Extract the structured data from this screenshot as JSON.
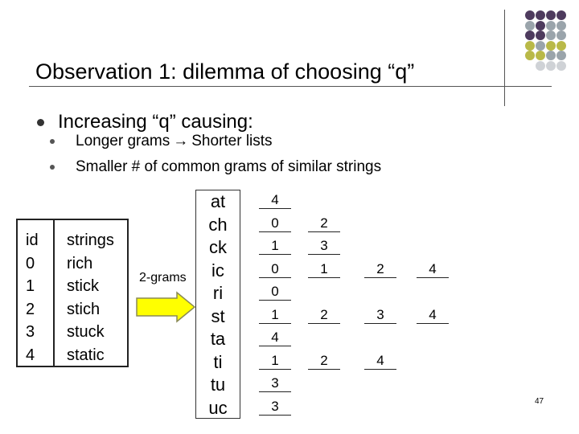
{
  "slide": {
    "title": "Observation 1: dilemma of choosing “q”",
    "bullet_main": "Increasing “q” causing:",
    "sub_bullets": [
      {
        "left": "Longer grams",
        "arrow": "→",
        "right": "Shorter lists"
      },
      {
        "text": "Smaller # of common grams of similar strings"
      }
    ],
    "page_number": "47"
  },
  "table": {
    "headers": [
      "id",
      "strings"
    ],
    "rows": [
      [
        "0",
        "rich"
      ],
      [
        "1",
        "stick"
      ],
      [
        "2",
        "stich"
      ],
      [
        "3",
        "stuck"
      ],
      [
        "4",
        "static"
      ]
    ]
  },
  "grams_label": "2-grams",
  "grams": [
    "at",
    "ch",
    "ck",
    "ic",
    "ri",
    "st",
    "ta",
    "ti",
    "tu",
    "uc"
  ],
  "lists": [
    [
      "4"
    ],
    [
      "0",
      "2"
    ],
    [
      "1",
      "3"
    ],
    [
      "0",
      "1",
      "2",
      "4"
    ],
    [
      "0"
    ],
    [
      "1",
      "2",
      "3",
      "4"
    ],
    [
      "4"
    ],
    [
      "1",
      "2",
      "4"
    ],
    [
      "3"
    ],
    [
      "3"
    ]
  ],
  "colors": {
    "accent_purple": "#4e3b5e",
    "accent_gray": "#9aa4ab",
    "accent_olive": "#b9b948",
    "arrow_fill": "#ffff00"
  }
}
